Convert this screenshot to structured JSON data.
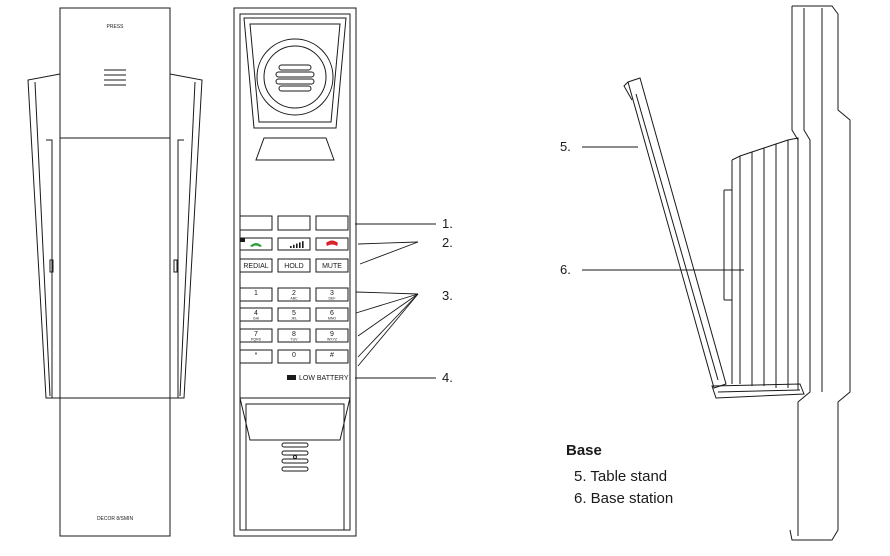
{
  "handset_back": {
    "press_label": "PRESS",
    "bottom_label": "DECOR 8/SMIN"
  },
  "keypad": {
    "top_buttons": [
      "",
      "",
      ""
    ],
    "function_buttons": [
      "REDIAL",
      "HOLD",
      "MUTE"
    ],
    "keys": [
      {
        "num": "1",
        "sub": ""
      },
      {
        "num": "2",
        "sub": "ABC"
      },
      {
        "num": "3",
        "sub": "DEF"
      },
      {
        "num": "4",
        "sub": "GHI"
      },
      {
        "num": "5",
        "sub": "JKL"
      },
      {
        "num": "6",
        "sub": "MNO"
      },
      {
        "num": "7",
        "sub": "PQRS"
      },
      {
        "num": "8",
        "sub": "TUV"
      },
      {
        "num": "9",
        "sub": "WXYZ"
      },
      {
        "num": "*",
        "sub": ""
      },
      {
        "num": "0",
        "sub": ""
      },
      {
        "num": "#",
        "sub": ""
      }
    ],
    "low_battery": "LOW BATTERY"
  },
  "callouts": {
    "c1": "1.",
    "c2": "2.",
    "c3": "3.",
    "c4": "4.",
    "c5": "5.",
    "c6": "6."
  },
  "legend": {
    "title": "Base",
    "items": [
      "5.  Table stand",
      "6.  Base station"
    ]
  },
  "colors": {
    "answer_key": "#2e9e3e",
    "end_key": "#d9262c",
    "outline": "#1a1a1a"
  }
}
